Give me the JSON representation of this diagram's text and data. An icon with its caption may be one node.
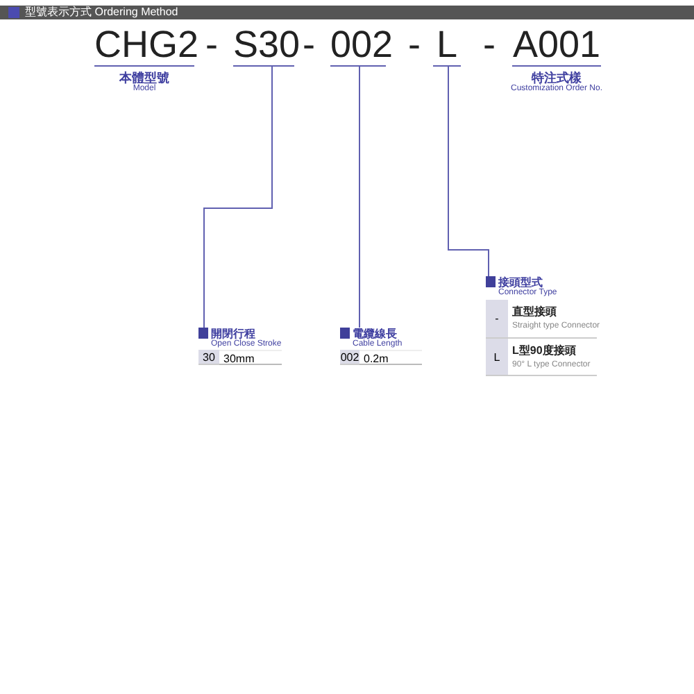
{
  "diagram": {
    "title": "型號表示方式 Ordering Method",
    "nodes": [
      {
        "text": [
          "CHG2"
        ],
        "beside": [
          "本體型號",
          "Model"
        ]
      },
      {
        "text": [
          "S30"
        ]
      },
      {
        "text": [
          "002"
        ]
      },
      {
        "text": [
          "L"
        ]
      },
      {
        "text": [
          "A001"
        ],
        "beside": [
          "特注式樣",
          "Customization Order No."
        ]
      },
      {
        "text": [
          "開閉行程",
          "Open Close Stroke"
        ]
      },
      {
        "text": [
          "電纜線長",
          "Cable Length"
        ]
      },
      {
        "text": [
          "接頭型式",
          "Connector Type"
        ]
      }
    ],
    "edges": [
      {
        "from": 1,
        "to": 5,
        "arrow": "none"
      },
      {
        "from": 2,
        "to": 6,
        "arrow": "none"
      },
      {
        "from": 3,
        "to": 7,
        "arrow": "none"
      }
    ],
    "labels": [
      "-",
      "-",
      "-",
      "-",
      "30",
      "30mm",
      "002",
      "0.2m",
      "-",
      "直型接頭",
      "Straight type Connector",
      "L",
      "L型90度接頭",
      "90° L type Connector"
    ]
  }
}
